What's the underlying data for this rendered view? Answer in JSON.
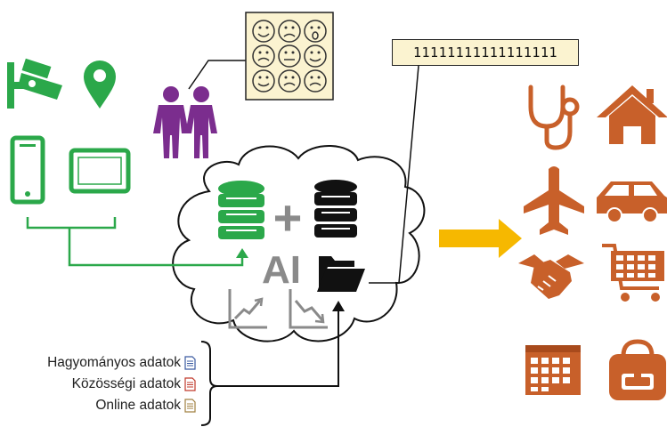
{
  "binary_label": "11111111111111111",
  "ai_label": "AI",
  "plus_sign": "+",
  "data_sources": [
    {
      "label": "Hagyományos adatok",
      "icon": "blue-document-icon",
      "color": "#3a5aa0"
    },
    {
      "label": "Közösségi adatok",
      "icon": "red-document-icon",
      "color": "#c0392b"
    },
    {
      "label": "Online adatok",
      "icon": "tan-document-icon",
      "color": "#a08040"
    }
  ],
  "colors": {
    "green": "#2ba84a",
    "purple": "#7b2d8e",
    "orange": "#c8602a",
    "arrow_yellow": "#f6b800",
    "gray": "#8a8a8a",
    "black": "#111111"
  },
  "input_icons": [
    "surveillance-camera-icon",
    "location-pin-icon",
    "smartphone-icon",
    "tablet-icon",
    "people-icon",
    "emotion-faces-icon"
  ],
  "output_icons": [
    "stethoscope-icon",
    "house-icon",
    "airplane-icon",
    "car-icon",
    "handshake-icon",
    "shopping-cart-icon",
    "calendar-icon",
    "backpack-icon"
  ]
}
